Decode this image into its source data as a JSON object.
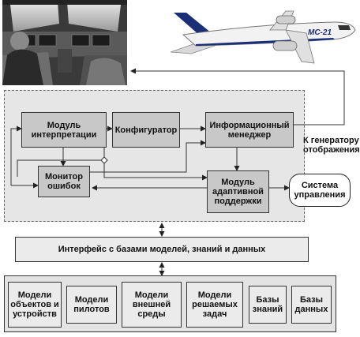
{
  "blocks": {
    "interpretation": "Модуль\nинтерпретации",
    "configurator": "Конфигуратор",
    "info_manager": "Информационный\nменеджер",
    "error_monitor": "Монитор\nошибок",
    "adaptive_module": "Модуль\nадаптивной\nподдержки",
    "control_system": "Система\nуправления",
    "generator_label": "К генератору\nотображения",
    "interface": "Интерфейс с базами моделей, знаний и данных"
  },
  "bases": [
    "Модели\nобъектов и\nустройств",
    "Модели\nпилотов",
    "Модели\nвнешней\nсреды",
    "Модели\nрешаемых\nзадач",
    "Базы\nзнаний",
    "Базы\nданных"
  ],
  "aircraft_livery": "MC-21",
  "colors": {
    "panel": "#e6e6e6",
    "dark_block": "#c8c8c8",
    "light_block": "#ebebeb",
    "aircraft_accent": "#1a2f78"
  }
}
